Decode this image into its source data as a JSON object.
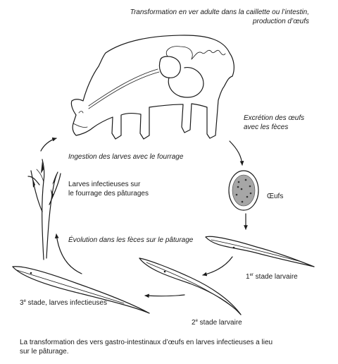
{
  "labels": {
    "adult_l1": "Transformation en ver adulte dans la caillette ou l’intestin,",
    "adult_l2": "production d’œufs",
    "excretion_l1": "Excrétion des œufs",
    "excretion_l2": "avec les fèces",
    "eggs": "Œufs",
    "stage1_sup": "er",
    "stage1_rest": " stade larvaire",
    "stage2_sup": "e",
    "stage2_rest": " stade larvaire",
    "stage3_sup": "e",
    "stage3_rest": " stade, larves infectieuses",
    "evolution": "Évolution dans les fèces sur le pâturage",
    "infective_l1": "Larves infectieuses sur",
    "infective_l2": "le fourrage des pâturages",
    "ingestion": "Ingestion des larves avec le fourrage"
  },
  "caption_l1": "La transformation des vers gastro-intestinaux d’œufs en larves infectieuses a lieu",
  "caption_l2": "sur le pâturage."
}
